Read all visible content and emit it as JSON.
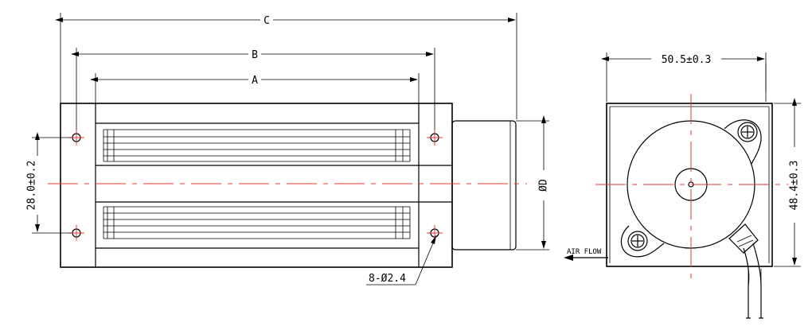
{
  "drawing": {
    "side_view": {
      "dim_c": "C",
      "dim_b": "B",
      "dim_a": "A",
      "dim_hole_spacing": "28.0±0.2",
      "dim_diameter": "ØD",
      "hole_callout": "8-Ø2.4"
    },
    "end_view": {
      "dim_width": "50.5±0.3",
      "dim_height": "48.4±0.3",
      "airflow_label": "AIR FLOW"
    }
  },
  "colors": {
    "line": "#000000",
    "centerline": "#e53935",
    "background": "#ffffff"
  }
}
